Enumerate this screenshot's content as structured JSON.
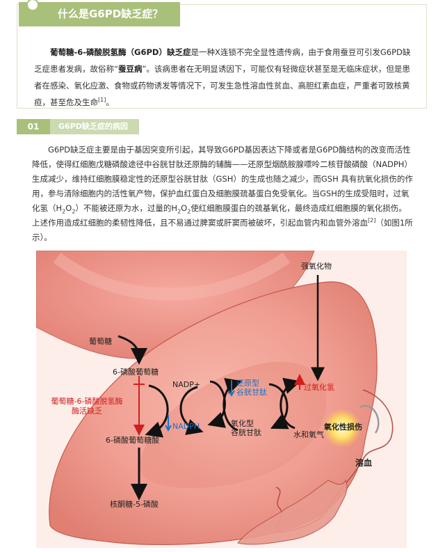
{
  "intro": {
    "title": "什么是G6PD缺乏症？",
    "para_lead": "葡萄糖-6-磷酸脱氢酶（G6PD）缺乏症",
    "para_1": "是一种X连锁不完全显性遗传病，由于食用蚕豆可引发G6PD缺乏症患者发病，故俗称“",
    "para_bold": "蚕豆病",
    "para_2": "”。该病患者在无明显诱因下，可能仅有轻微症状甚至是无临床症状，但是患者在感染、氧化应激、食物或药物诱发等情况下，可发生急性溶血性贫血、高胆红素血症，严重者可致核黄疸，甚至危及生命",
    "ref": "[1]",
    "end": "。"
  },
  "section": {
    "number": "01",
    "title": "G6PD缺乏症的病因"
  },
  "body": {
    "p1": "G6PD缺乏症主要是由于基因突变所引起，其导致G6PD基因表达下降或者是G6PD酶结构的改变而活性降低，使得红细胞戊糖磷酸途径中谷胱甘肽还原酶的辅酶——还原型烟酰胺腺嘌呤二核苷酸磷酸（NADPH）生成减少，维持红细胞膜稳定性的还原型谷胱甘肽（GSH）的生成也随之减少，而GSH 具有抗氧化损伤的作用，参与清除细胞内的活性氧产物，保护血红蛋白及细胞膜巯基蛋白免受氧化。当GSH的生成受阻时，过氧化氢（",
    "h2o2_a": "H",
    "h2o2_a_sub": "2",
    "h2o2_a_mid": "O",
    "h2o2_a_sub2": "2",
    "p2": "）不能被还原为水，过量的",
    "h2o2_b": "H",
    "h2o2_b_sub": "2",
    "h2o2_b_mid": "O",
    "h2o2_b_sub2": "2",
    "p3": "使红细胞膜蛋白的巯基氧化，最终造成红细胞膜的氧化损伤。上述作用造成红细胞的柔韧性降低，且不易通过脾窦或肝窦而被破坏，引起血管内和血管外溶血",
    "ref": "[2]",
    "p4": "（如图1所示）。"
  },
  "figure": {
    "oxidant": "强氧化物",
    "glucose": "葡萄糖",
    "g6p": "6-磷酸葡萄糖",
    "deficiency": "葡萄糖-6-磷酸脱氢酶\n酶活缺乏",
    "pg6": "6-磷酸葡萄糖酸",
    "ru5p": "核酮糖-5-磷酸",
    "nadp": "NADP+",
    "nadph": "NADPH",
    "gsh": "还原型\n谷胱甘肽",
    "gssg": "氧化型\n谷胱甘肽",
    "h2o2": "过氧化氢",
    "water": "水和氧气",
    "damage": "氧化性损伤",
    "hemolysis": "溶血"
  },
  "colors": {
    "accent": "#a9c07b",
    "accent_light": "#ccdab0",
    "red": "#d21e1e",
    "blue": "#1a73c7",
    "cell": "#ea8f84"
  }
}
